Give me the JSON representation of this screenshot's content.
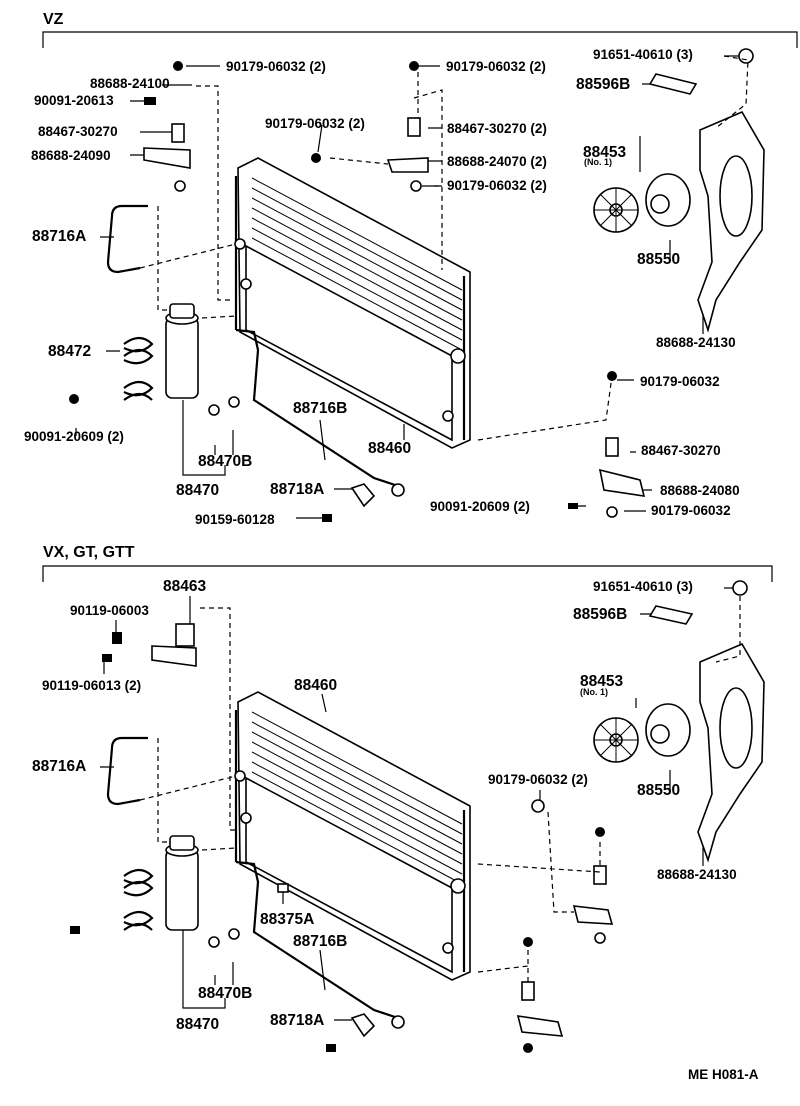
{
  "sections": [
    {
      "title": "VZ",
      "labels": [
        "90179-06032 (2)",
        "88688-24100",
        "90091-20613",
        "88467-30270",
        "88688-24090",
        "88716A",
        "88472",
        "90091-20609 (2)",
        "88470B",
        "88470",
        "90179-06032 (2)",
        "88467-30270 (2)",
        "90179-06032 (2)",
        "88688-24070 (2)",
        "90179-06032 (2)",
        "91651-40610 (3)",
        "88596B",
        "88453",
        "(No. 1)",
        "88550",
        "88688-24130",
        "90179-06032",
        "88467-30270",
        "88688-24080",
        "90179-06032",
        "90091-20609 (2)",
        "88716B",
        "88460",
        "88718A",
        "90159-60128"
      ]
    },
    {
      "title": "VX, GT, GTT",
      "labels": [
        "88463",
        "90119-06003",
        "90119-06013 (2)",
        "88716A",
        "88460",
        "91651-40610 (3)",
        "88596B",
        "88453",
        "(No. 1)",
        "88550",
        "90179-06032 (2)",
        "88688-24130",
        "88375A",
        "88716B",
        "88470B",
        "88470",
        "88718A"
      ]
    }
  ],
  "figure_code": "ME H081-A"
}
